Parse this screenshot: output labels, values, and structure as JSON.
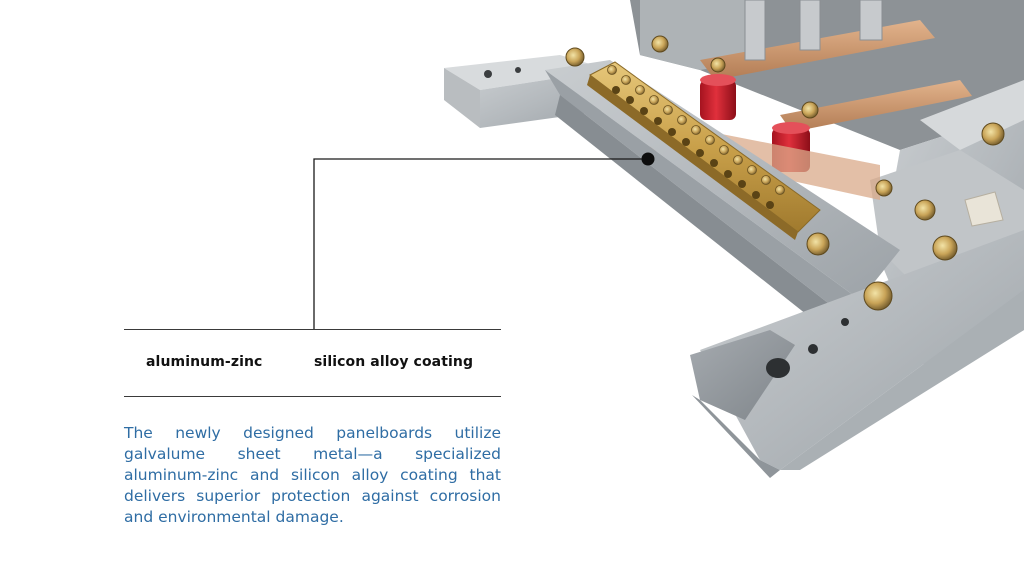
{
  "spec": {
    "left_label": "aluminum-zinc",
    "right_label": "silicon alloy coating"
  },
  "description": "The newly designed panelboards utilize galvalume sheet metal—a specialized aluminum-zinc and silicon alloy coating that delivers superior protection against corrosion and environmental damage.",
  "colors": {
    "description_text": "#2f6da4",
    "rule_line": "#3a3a3a",
    "background": "#ffffff"
  }
}
